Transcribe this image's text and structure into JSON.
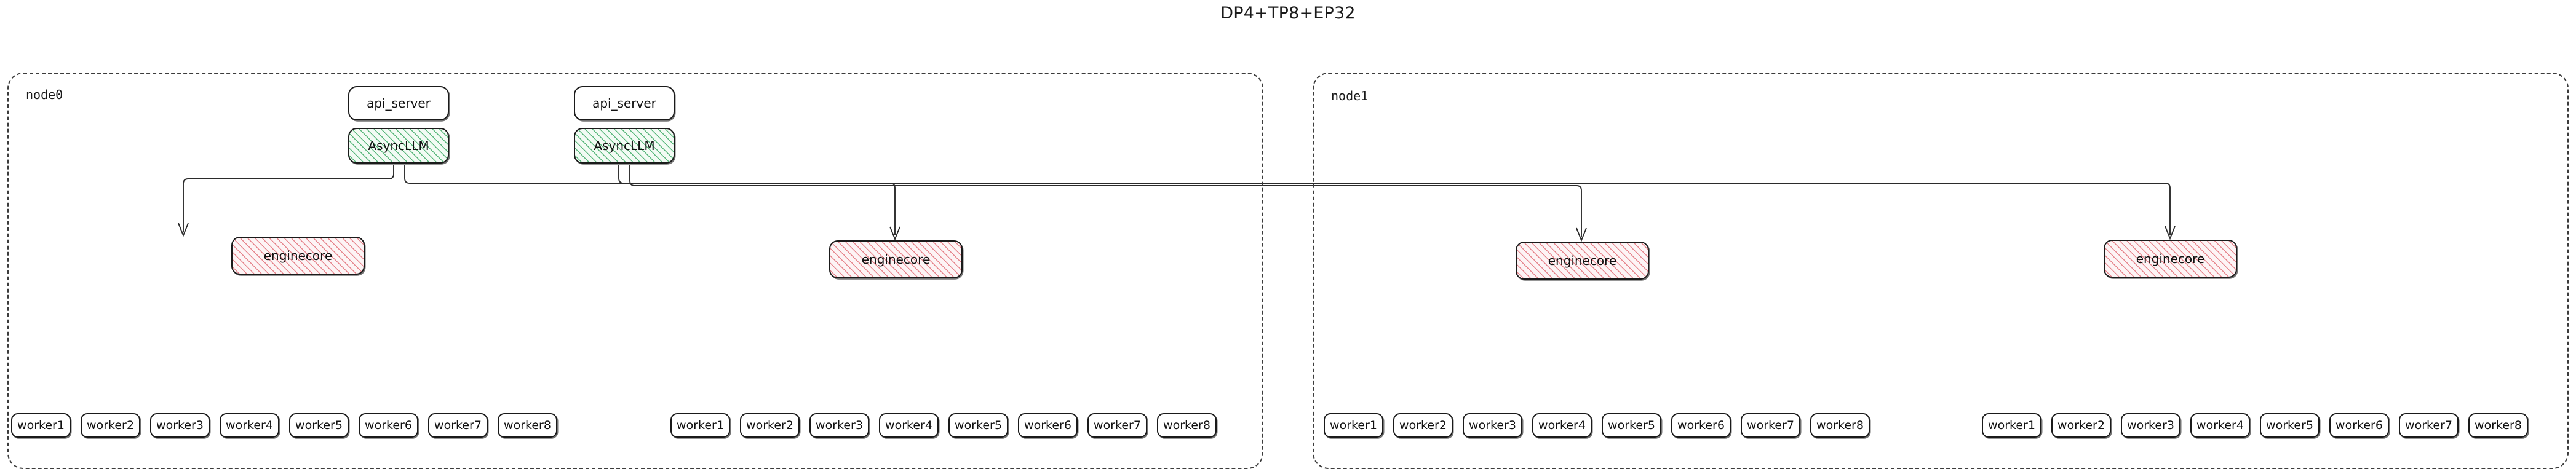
{
  "title": "DP4+TP8+EP32",
  "colors": {
    "background": "#ffffff",
    "stroke": "#1a1a1a",
    "cluster_border": "#3c3c3c",
    "asyncllm_hatch": "#3caa64",
    "asyncllm_fill": "#f2fbf4",
    "enginecore_hatch": "#e2707a",
    "enginecore_fill": "#fdf4f5",
    "wire": "#2b2b2b",
    "title_text": "#1a1a1a"
  },
  "clusters": [
    {
      "id": "node0",
      "label": "node0",
      "api_servers": [
        {
          "label": "api_server"
        },
        {
          "label": "api_server"
        }
      ],
      "async_llms": [
        {
          "label": "AsyncLLM"
        },
        {
          "label": "AsyncLLM"
        }
      ],
      "enginecores": [
        {
          "label": "enginecore"
        },
        {
          "label": "enginecore"
        }
      ],
      "worker_groups": [
        {
          "workers": [
            "worker1",
            "worker2",
            "worker3",
            "worker4",
            "worker5",
            "worker6",
            "worker7",
            "worker8"
          ]
        },
        {
          "workers": [
            "worker1",
            "worker2",
            "worker3",
            "worker4",
            "worker5",
            "worker6",
            "worker7",
            "worker8"
          ]
        }
      ]
    },
    {
      "id": "node1",
      "label": "node1",
      "api_servers": [],
      "async_llms": [],
      "enginecores": [
        {
          "label": "enginecore"
        },
        {
          "label": "enginecore"
        }
      ],
      "worker_groups": [
        {
          "workers": [
            "worker1",
            "worker2",
            "worker3",
            "worker4",
            "worker5",
            "worker6",
            "worker7",
            "worker8"
          ]
        },
        {
          "workers": [
            "worker1",
            "worker2",
            "worker3",
            "worker4",
            "worker5",
            "worker6",
            "worker7",
            "worker8"
          ]
        }
      ]
    }
  ]
}
